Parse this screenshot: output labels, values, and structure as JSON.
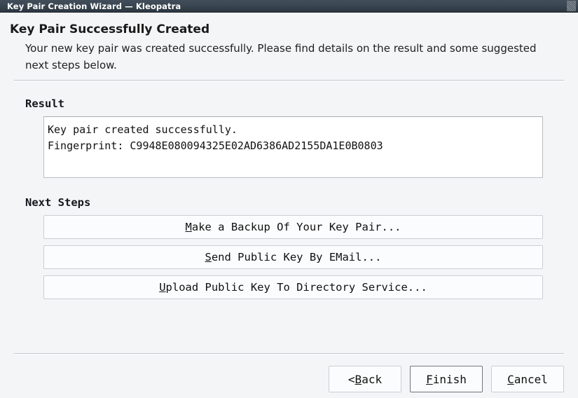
{
  "window": {
    "title": "Key Pair Creation Wizard — Kleopatra",
    "grip_icon": "resize-grip-icon"
  },
  "header": {
    "title": "Key Pair Successfully Created",
    "subtitle": "Your new key pair was created successfully. Please find details on the result and some suggested next steps below."
  },
  "result": {
    "label": "Result",
    "lines": [
      "Key pair created successfully.",
      "Fingerprint: C9948E080094325E02AD6386AD2155DA1E0B0803"
    ],
    "fingerprint": "C9948E080094325E02AD6386AD2155DA1E0B0803"
  },
  "next_steps": {
    "label": "Next Steps",
    "buttons": [
      {
        "mnemonic": "M",
        "rest": "ake a Backup Of Your Key Pair...",
        "full_label": "Make a Backup Of Your Key Pair..."
      },
      {
        "mnemonic": "S",
        "rest": "end Public Key By EMail...",
        "full_label": "Send Public Key By EMail..."
      },
      {
        "mnemonic": "U",
        "rest": "pload Public Key To Directory Service...",
        "full_label": "Upload Public Key To Directory Service..."
      }
    ]
  },
  "footer": {
    "back": {
      "prefix": "< ",
      "mnemonic": "B",
      "rest": "ack",
      "full_label": "< Back"
    },
    "finish": {
      "prefix": "",
      "mnemonic": "F",
      "rest": "inish",
      "full_label": "Finish"
    },
    "cancel": {
      "prefix": "",
      "mnemonic": "C",
      "rest": "ancel",
      "full_label": "Cancel"
    }
  },
  "colors": {
    "titlebar_top": "#424e5a",
    "titlebar_bottom": "#2d3740",
    "background": "#f4f5f7",
    "box_background": "#ffffff",
    "border": "#c9ced3",
    "default_button_border": "#6f767d",
    "text": "#101010"
  }
}
